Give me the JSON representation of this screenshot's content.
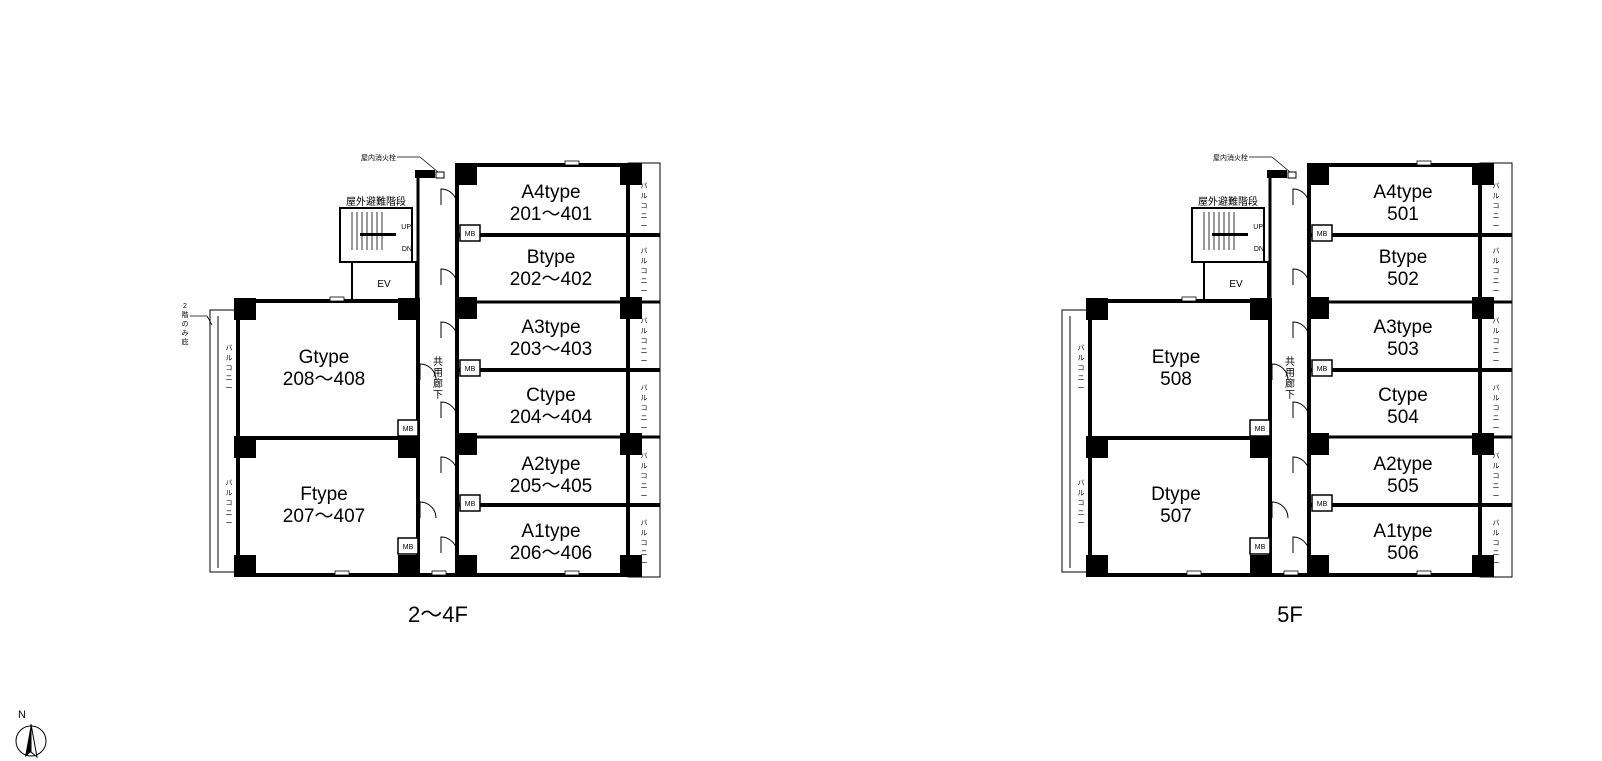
{
  "plans": [
    {
      "caption": "2〜4F",
      "hydrant": "屋内消火栓",
      "stairs": "屋外避難階段",
      "up": "UP",
      "dn": "DN",
      "ev": "EV",
      "corridor": [
        "共",
        "用",
        "廊",
        "下"
      ],
      "note_2f": [
        "2",
        "階",
        "の",
        "み",
        "庇"
      ],
      "mb": "MB",
      "balcony": [
        "バ",
        "ル",
        "コ",
        "ニ",
        "ー"
      ],
      "units": [
        {
          "type": "A4type",
          "num": "201〜401"
        },
        {
          "type": "Btype",
          "num": "202〜402"
        },
        {
          "type": "A3type",
          "num": "203〜403"
        },
        {
          "type": "Ctype",
          "num": "204〜404"
        },
        {
          "type": "A2type",
          "num": "205〜405"
        },
        {
          "type": "A1type",
          "num": "206〜406"
        },
        {
          "type": "Ftype",
          "num": "207〜407"
        },
        {
          "type": "Gtype",
          "num": "208〜408"
        }
      ]
    },
    {
      "caption": "5F",
      "hydrant": "屋内消火栓",
      "stairs": "屋外避難階段",
      "up": "UP",
      "dn": "DN",
      "ev": "EV",
      "corridor": [
        "共",
        "用",
        "廊",
        "下"
      ],
      "note_2f": [],
      "mb": "MB",
      "balcony": [
        "バ",
        "ル",
        "コ",
        "ニ",
        "ー"
      ],
      "units": [
        {
          "type": "A4type",
          "num": "501"
        },
        {
          "type": "Btype",
          "num": "502"
        },
        {
          "type": "A3type",
          "num": "503"
        },
        {
          "type": "Ctype",
          "num": "504"
        },
        {
          "type": "A2type",
          "num": "505"
        },
        {
          "type": "A1type",
          "num": "506"
        },
        {
          "type": "Dtype",
          "num": "507"
        },
        {
          "type": "Etype",
          "num": "508"
        }
      ]
    }
  ],
  "compass": {
    "label": "N"
  }
}
